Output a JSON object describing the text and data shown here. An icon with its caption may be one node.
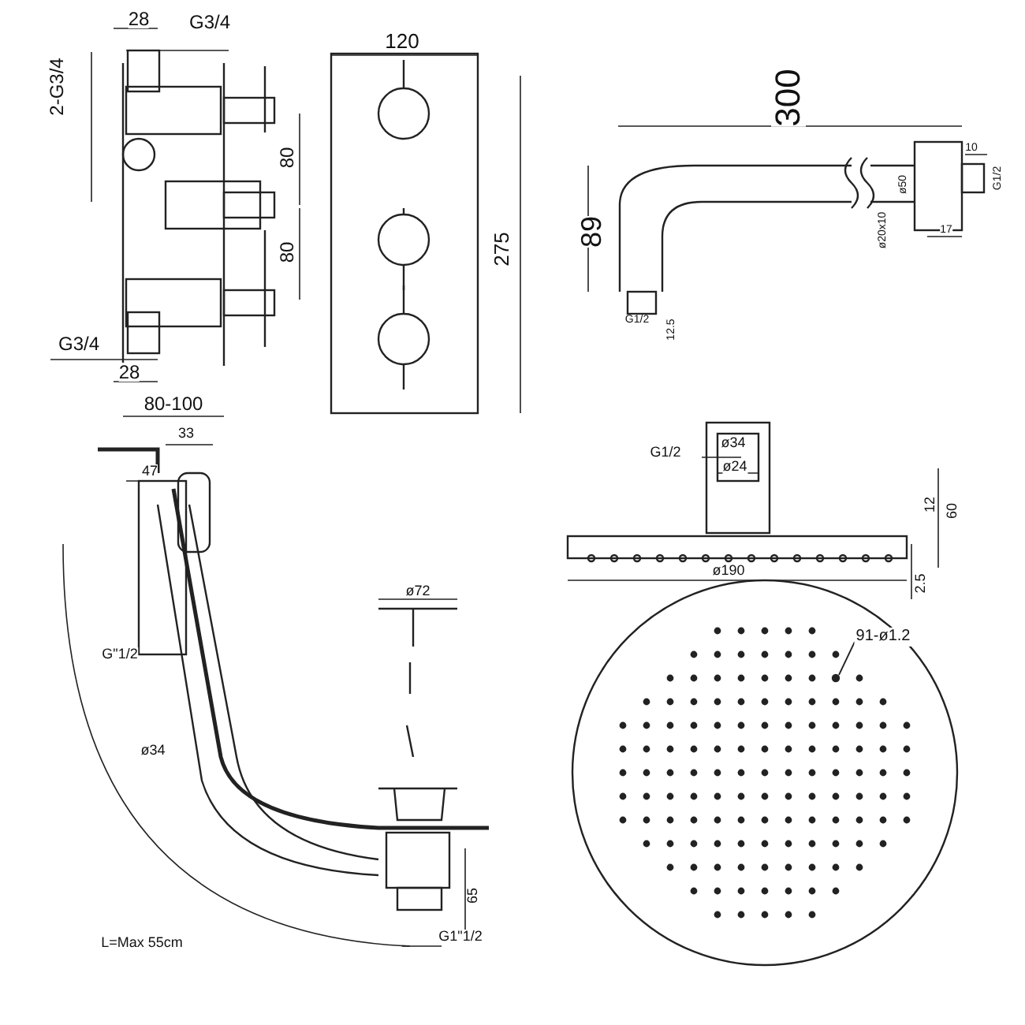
{
  "diagram": {
    "nodes": [
      {
        "text": [
          "91-ø1.2"
        ]
      },
      {
        "text": [],
        "shape": "circle"
      }
    ],
    "edges": [
      {
        "from": 0,
        "to": 1,
        "arrow": "none"
      }
    ],
    "labels": [
      "28",
      "G3/4",
      "2-G3/4",
      "80",
      "80",
      "G3/4",
      "28",
      "80-100",
      "120",
      "275",
      "300",
      "89",
      "10",
      "ø50",
      "ø20x10",
      "17",
      "G1/2",
      "G1/2",
      "12.5",
      "33",
      "47",
      "ø72",
      "G\"1/2",
      "ø34",
      "65",
      "L=Max 55cm",
      "G1\"1/2",
      "ø34",
      "ø24",
      "G1/2",
      "12",
      "60",
      "ø190",
      "2.5"
    ]
  }
}
